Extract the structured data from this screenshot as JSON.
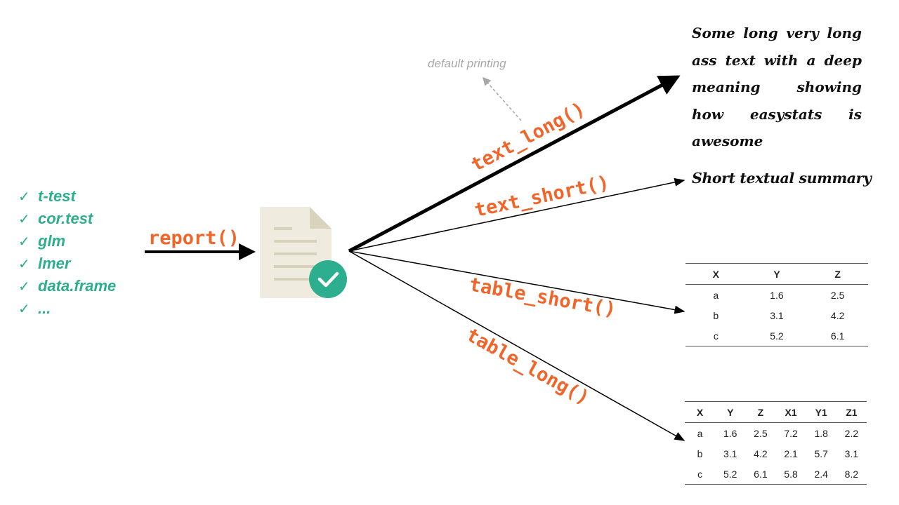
{
  "colors": {
    "teal": "#2dae8e",
    "orange": "#f0652a",
    "grey": "#a8a8a8",
    "document_fill": "#efebdf",
    "document_fold": "#d9d3bd",
    "document_lines": "#d8d1bb",
    "black": "#000000"
  },
  "inputs": {
    "check_glyph": "✓",
    "items": [
      "t-test",
      "cor.test",
      "glm",
      "lmer",
      "data.frame",
      "..."
    ]
  },
  "report_label": "report()",
  "document": {
    "icon": "document-icon",
    "badge_icon": "checkmark-badge-icon"
  },
  "branches": {
    "text_long": "text_long()",
    "text_short": "text_short()",
    "table_short": "table_short()",
    "table_long": "table_long()"
  },
  "default_printing": "default printing",
  "long_text": "Some long very long ass text with a deep meaning showing how easystats is awesome",
  "short_text": "Short textual summary",
  "table_short": {
    "headers": [
      "X",
      "Y",
      "Z"
    ],
    "rows": [
      [
        "a",
        "1.6",
        "2.5"
      ],
      [
        "b",
        "3.1",
        "4.2"
      ],
      [
        "c",
        "5.2",
        "6.1"
      ]
    ]
  },
  "table_long": {
    "headers": [
      "X",
      "Y",
      "Z",
      "X1",
      "Y1",
      "Z1"
    ],
    "rows": [
      [
        "a",
        "1.6",
        "2.5",
        "7.2",
        "1.8",
        "2.2"
      ],
      [
        "b",
        "3.1",
        "4.2",
        "2.1",
        "5.7",
        "3.1"
      ],
      [
        "c",
        "5.2",
        "6.1",
        "5.8",
        "2.4",
        "8.2"
      ]
    ]
  }
}
